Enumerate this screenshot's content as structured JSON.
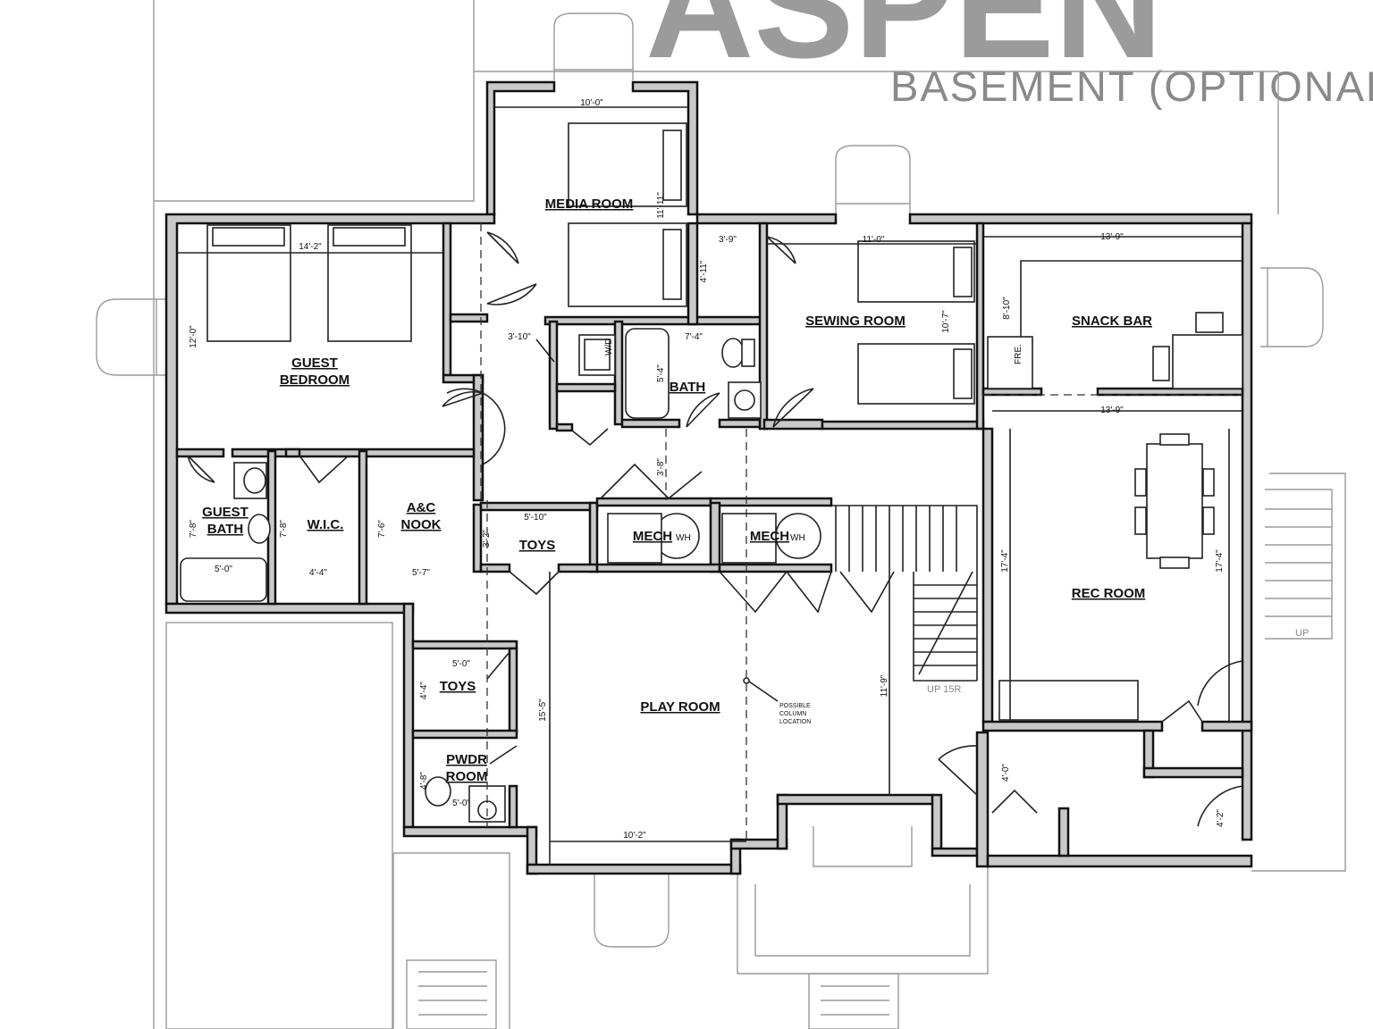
{
  "header": {
    "brand": "ASPEN",
    "subtitle": "BASEMENT (OPTIONAL)"
  },
  "rooms": {
    "media_room": "MEDIA ROOM",
    "sewing_room": "SEWING ROOM",
    "snack_bar": "SNACK BAR",
    "guest_bedroom_line1": "GUEST",
    "guest_bedroom_line2": "BEDROOM",
    "bath": "BATH",
    "guest_bath_line1": "GUEST",
    "guest_bath_line2": "BATH",
    "wic": "W.I.C.",
    "ac_nook_line1": "A&C",
    "ac_nook_line2": "NOOK",
    "toys_1": "TOYS",
    "mech_1": "MECH",
    "mech_2": "MECH",
    "wh": "WH",
    "rec_room": "REC ROOM",
    "toys_2": "TOYS",
    "play_room": "PLAY ROOM",
    "pwdr_room_line1": "PWDR",
    "pwdr_room_line2": "ROOM"
  },
  "labels": {
    "wd": "W/D",
    "fre": "FRE.",
    "up": "UP",
    "up_15r": "UP 15R",
    "column_line1": "POSSIBLE",
    "column_line2": "COLUMN",
    "column_line3": "LOCATION"
  },
  "dimensions": {
    "media_width": "10'-0\"",
    "media_depth": "11'-11\"",
    "guest_width": "14'-2\"",
    "guest_depth": "12'-0\"",
    "closet_w": "3'-9\"",
    "closet_d": "4'-11\"",
    "sewing_width": "11'-0\"",
    "sewing_depth": "10'-7\"",
    "snack_width": "13'-9\"",
    "snack_depth": "8'-10\"",
    "laundry_w": "3'-10\"",
    "bath_w": "7'-4\"",
    "bath_d": "5'-4\"",
    "rec_width": "13'-9\"",
    "hall_w": "3'-8\"",
    "toys_w": "5'-10\"",
    "toys_d": "3'-2\"",
    "guest_bath_d": "7'-8\"",
    "guest_bath_w": "5'-0\"",
    "wic_d": "7'-8\"",
    "wic_w": "4'-4\"",
    "nook_d": "7'-6\"",
    "nook_w": "5'-7\"",
    "rec_depth_left": "17'-4\"",
    "rec_depth_right": "17'-4\"",
    "toys2_w": "5'-0\"",
    "toys2_d": "4'-4\"",
    "play_depth": "15'-5\"",
    "stair_run": "11'-9\"",
    "pwdr_d": "4'-8\"",
    "pwdr_w": "5'-0\"",
    "play_width": "10'-2\"",
    "storage_d": "4'-0\"",
    "exit_w": "4'-2\""
  },
  "colors": {
    "wall_fill": "#c9c9c9",
    "line": "#111111",
    "brand_gray": "#9b9b9b"
  }
}
